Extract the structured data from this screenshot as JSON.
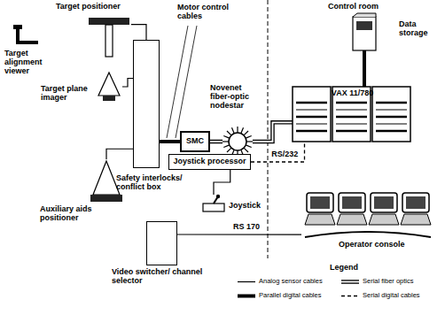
{
  "diagram": {
    "nodes": [
      {
        "text": [
          "Target alignment viewer"
        ]
      },
      {
        "text": [
          "Target positioner"
        ]
      },
      {
        "text": [
          "Target plane imager"
        ]
      },
      {
        "text": [
          "Auxiliary aids positioner"
        ]
      },
      {
        "text": [
          "Safety interlocks/ conflict box"
        ]
      },
      {
        "text": [
          "SMC"
        ]
      },
      {
        "text": [
          "Novenet fiber-optic nodestar"
        ]
      },
      {
        "text": [
          "Data storage"
        ]
      },
      {
        "text": [
          "VAX 11/780"
        ]
      },
      {
        "text": [
          "Joystick processor"
        ]
      },
      {
        "text": [
          "Joystick"
        ]
      },
      {
        "text": [
          "Video switcher/ channel selector"
        ]
      },
      {
        "text": [
          "Operator console"
        ]
      }
    ],
    "edges": [
      {
        "from": 1,
        "to": 4,
        "arrow": "none"
      },
      {
        "from": 2,
        "to": 4,
        "arrow": "none"
      },
      {
        "from": 3,
        "to": 4,
        "arrow": "none"
      },
      {
        "from": 4,
        "to": 5,
        "arrow": "none"
      },
      {
        "from": 5,
        "to": 6,
        "arrow": "none"
      },
      {
        "from": 6,
        "to": 8,
        "arrow": "none"
      },
      {
        "from": 8,
        "to": 7,
        "arrow": "none"
      },
      {
        "from": 10,
        "to": 9,
        "arrow": "none"
      },
      {
        "from": 9,
        "to": 8,
        "label": "RS/232",
        "arrow": "none"
      },
      {
        "from": 11,
        "to": 12,
        "label": "RS 170",
        "arrow": "none"
      }
    ],
    "labels": [
      "Motor control cables",
      "Control room",
      "Legend"
    ],
    "legend": [
      {
        "text": "Analog sensor cables"
      },
      {
        "text": "Parallel digital cables"
      },
      {
        "text": "Serial fiber optics"
      },
      {
        "text": "Serial digital cables"
      }
    ]
  }
}
